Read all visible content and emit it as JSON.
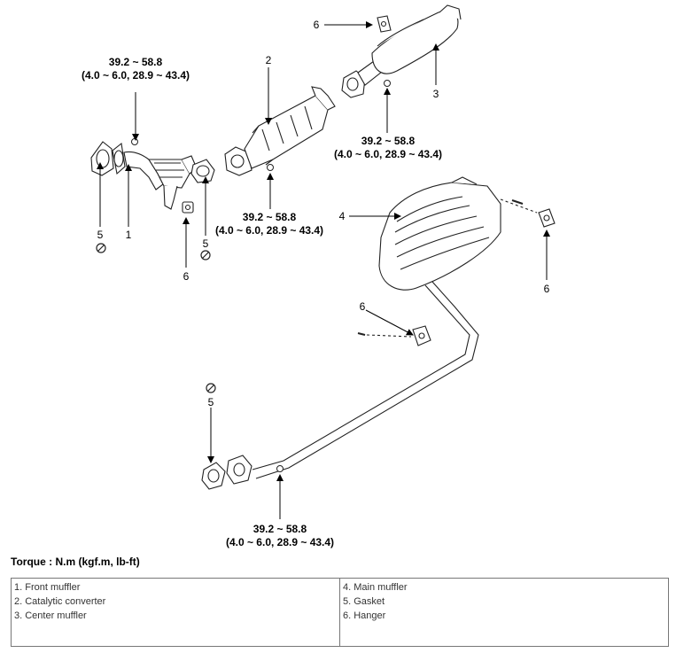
{
  "callouts": {
    "front_muffler": "1",
    "catalytic_converter": "2",
    "center_muffler": "3",
    "main_muffler": "4",
    "gasket": "5",
    "hanger": "6"
  },
  "torque_specs": [
    {
      "line1": "39.2 ~ 58.8",
      "line2": "(4.0 ~ 6.0, 28.9 ~ 43.4)"
    },
    {
      "line1": "39.2 ~ 58.8",
      "line2": "(4.0 ~ 6.0, 28.9 ~ 43.4)"
    },
    {
      "line1": "39.2 ~ 58.8",
      "line2": "(4.0 ~ 6.0, 28.9 ~ 43.4)"
    },
    {
      "line1": "39.2 ~ 58.8",
      "line2": "(4.0 ~ 6.0, 28.9 ~ 43.4)"
    }
  ],
  "torque_heading": "Torque : N.m (kgf.m, lb-ft)",
  "legend": {
    "left": [
      "1. Front muffler",
      "2. Catalytic converter",
      "3. Center muffler"
    ],
    "right": [
      "4. Main muffler",
      "5. Gasket",
      "6. Hanger"
    ]
  }
}
